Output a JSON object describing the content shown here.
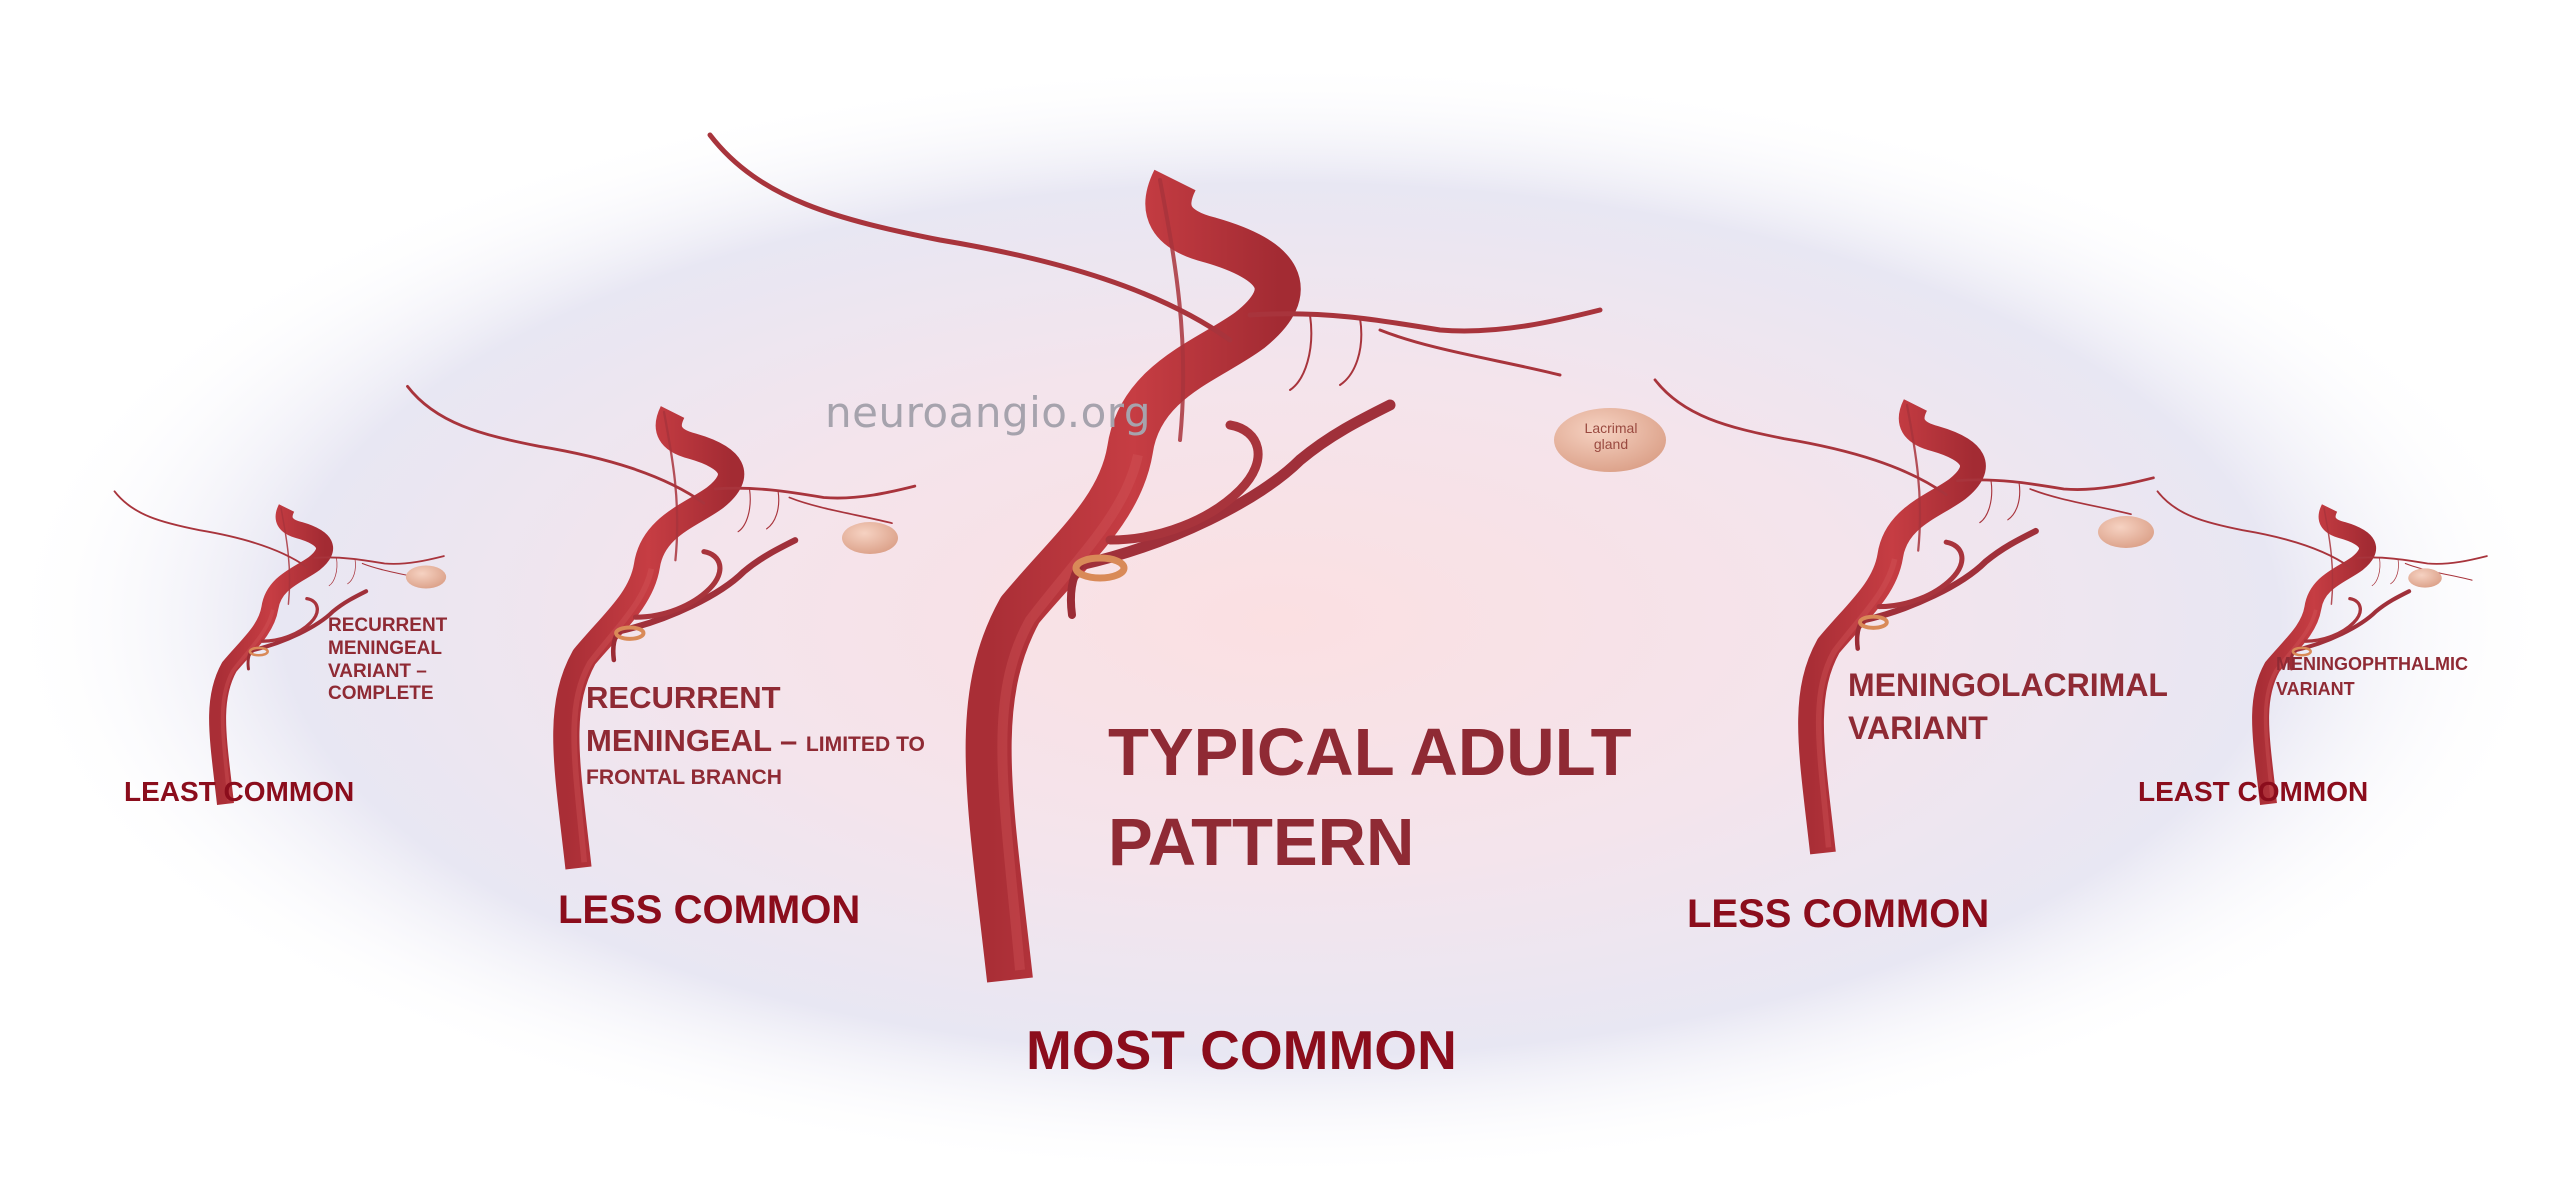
{
  "watermark": "neuroangio.org",
  "colors": {
    "vessel": "#c2393f",
    "vessel_dark": "#962a32",
    "label": "#8f2a34",
    "frequency": "#8b0d1c",
    "gland": "#e9b59e",
    "ring": "#d98a58"
  },
  "icons": [
    "artery-diagram",
    "lacrimal-gland",
    "anastomosis-ring"
  ],
  "gland_label": "Lacrimal gland",
  "variants": [
    {
      "id": "recurrent-meningeal-complete",
      "title_lines": [
        "RECURRENT",
        "MENINGEAL",
        "VARIANT –",
        "COMPLETE"
      ],
      "frequency": "LEAST COMMON"
    },
    {
      "id": "recurrent-meningeal-frontal",
      "title_line1": "RECURRENT",
      "title_line2_main": "MENINGEAL – ",
      "title_line2_small": "LIMITED TO",
      "title_line3_small": "FRONTAL BRANCH",
      "frequency": "LESS COMMON"
    },
    {
      "id": "typical-adult",
      "title_lines": [
        "TYPICAL ADULT",
        "PATTERN"
      ],
      "frequency": "MOST COMMON"
    },
    {
      "id": "meningolacrimal",
      "title_lines": [
        "MENINGOLACRIMAL",
        "VARIANT"
      ],
      "frequency": "LESS COMMON"
    },
    {
      "id": "meningophthalmic",
      "title_lines": [
        "MENINGOPHTHALMIC",
        "VARIANT"
      ],
      "frequency": "LEAST COMMON"
    }
  ]
}
